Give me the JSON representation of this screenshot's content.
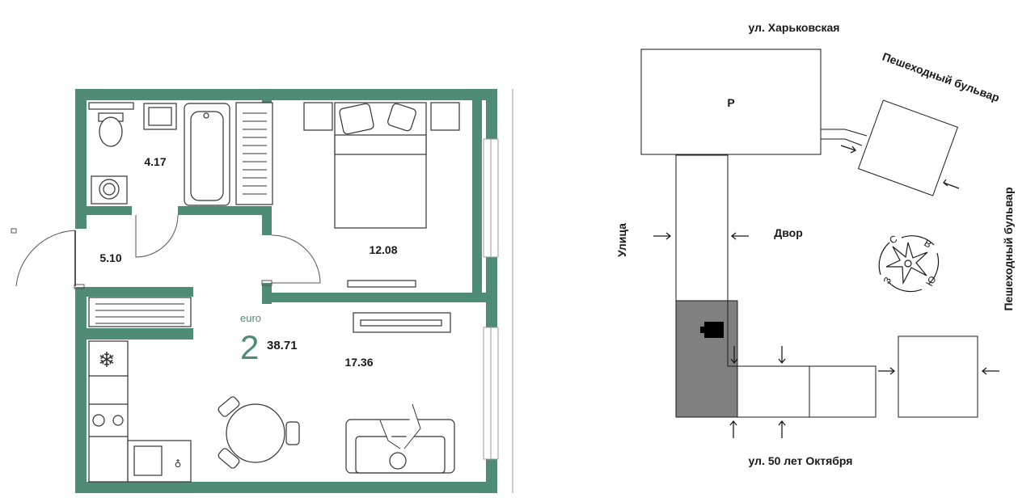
{
  "floor_plan": {
    "rooms": {
      "bathroom_area": "4.17",
      "hallway_area": "5.10",
      "bedroom_area": "12.08",
      "living_area": "17.36"
    },
    "badge": {
      "type": "euro",
      "rooms": "2",
      "total_area": "38.71"
    },
    "colors": {
      "wall": "#4f8c76",
      "text": "#1a1a1a",
      "badge_green": "#4f8c76"
    }
  },
  "site_plan": {
    "labels": {
      "top_street": "ул. Харьковская",
      "boulevard_top": "Пешеходный бульвар",
      "boulevard_right": "Пешеходный бульвар",
      "left_street": "Улица",
      "courtyard": "Двор",
      "parking": "P",
      "bottom_street": "ул. 50 лет Октября"
    },
    "compass": {
      "north": "С",
      "east": "В",
      "south": "Ю",
      "west": "З"
    },
    "colors": {
      "highlight_section": "#808080",
      "outline": "#1a1a1a"
    }
  }
}
